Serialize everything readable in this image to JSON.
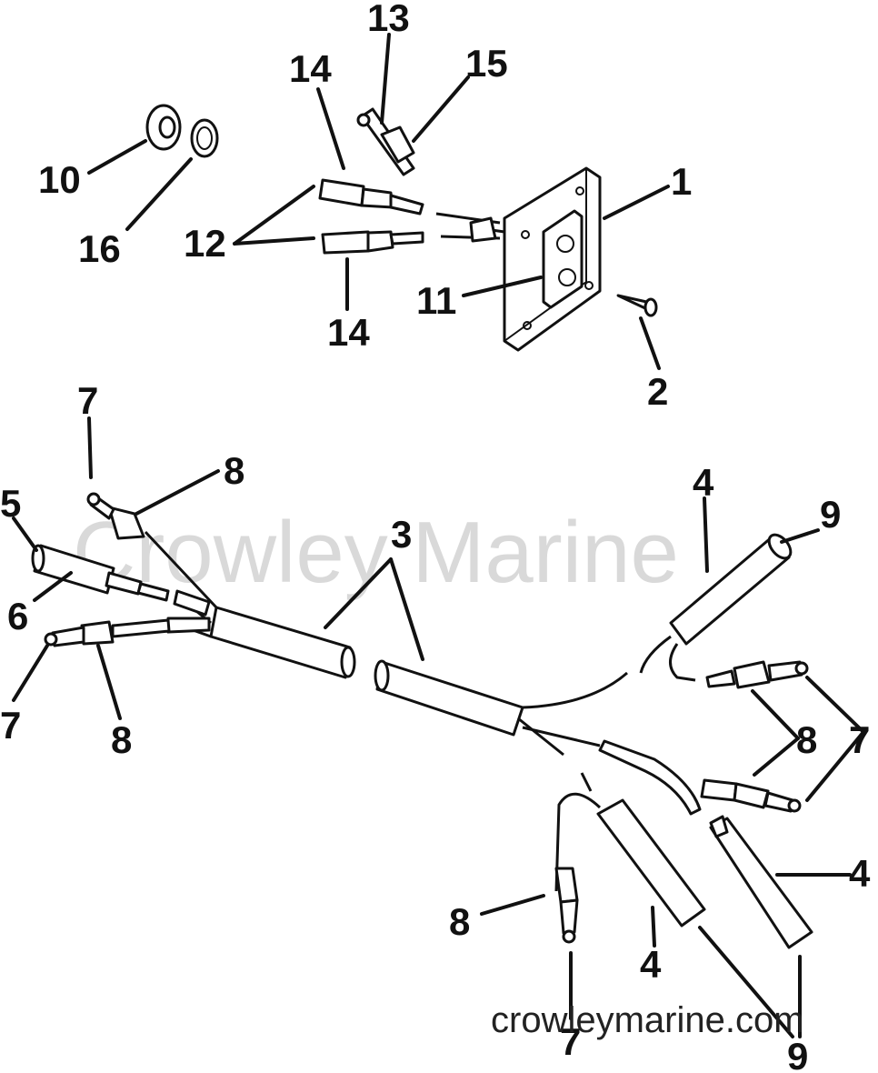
{
  "watermark": "Crowley Marine",
  "site_url": "crowleymarine.com",
  "colors": {
    "ink": "#111111",
    "watermark": "#d9d9d9",
    "background": "#ffffff"
  },
  "callouts": {
    "c1": "1",
    "c2": "2",
    "c3": "3",
    "c4a": "4",
    "c4b": "4",
    "c4c": "4",
    "c5": "5",
    "c6": "6",
    "c7a": "7",
    "c7b": "7",
    "c7c": "7",
    "c7d": "7",
    "c8a": "8",
    "c8b": "8",
    "c8c": "8",
    "c8d": "8",
    "c9a": "9",
    "c9b": "9",
    "c10": "10",
    "c11": "11",
    "c12": "12",
    "c13": "13",
    "c14a": "14",
    "c14b": "14",
    "c15": "15",
    "c16": "16"
  }
}
